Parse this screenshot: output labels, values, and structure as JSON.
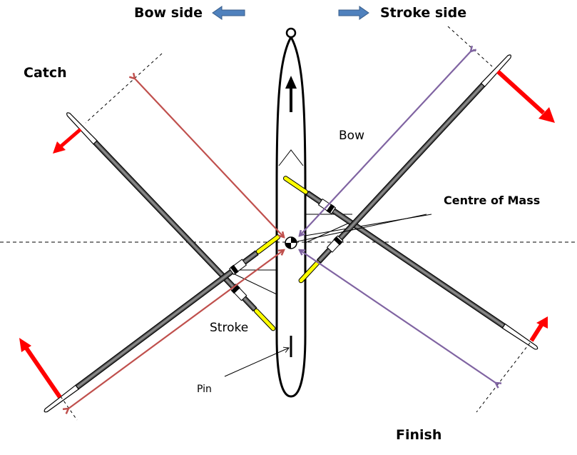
{
  "labels": {
    "bow_side": "Bow side",
    "stroke_side": "Stroke side",
    "catch": "Catch",
    "finish": "Finish",
    "bow": "Bow",
    "stroke": "Stroke",
    "centre_of_mass": "Centre of Mass",
    "pin": "Pin"
  },
  "colors": {
    "catch_arrows": "#c0504d",
    "finish_arrows": "#8064a2",
    "force_arrows": "#ff0000",
    "side_arrows": "#4f81bd",
    "blade_tip": "#ffff00",
    "hull": "#000000"
  }
}
